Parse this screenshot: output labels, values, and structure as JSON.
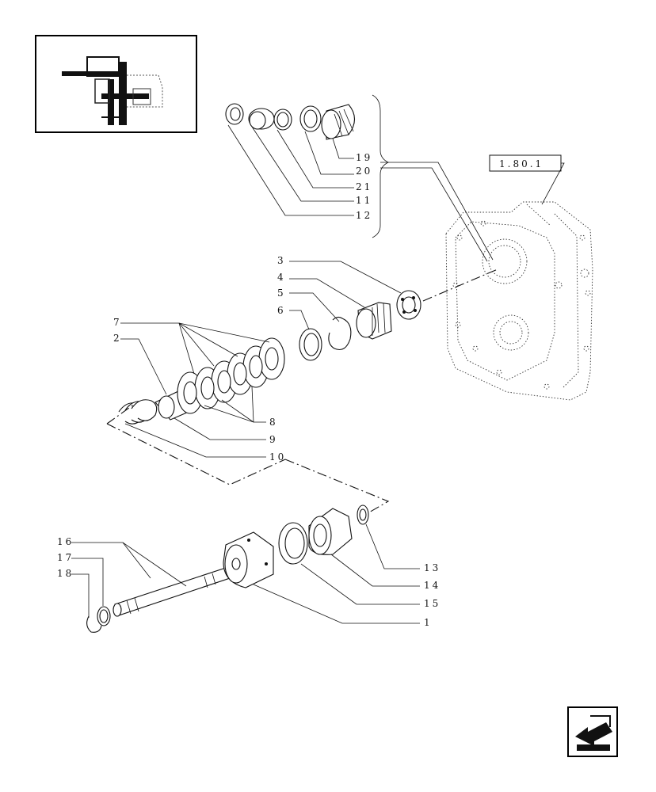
{
  "reference_box": {
    "label": "1.80.1"
  },
  "callouts": [
    {
      "id": "19",
      "label": "19"
    },
    {
      "id": "20",
      "label": "20"
    },
    {
      "id": "21",
      "label": "21"
    },
    {
      "id": "11",
      "label": "11"
    },
    {
      "id": "12",
      "label": "12"
    },
    {
      "id": "3",
      "label": "3"
    },
    {
      "id": "4",
      "label": "4"
    },
    {
      "id": "5",
      "label": "5"
    },
    {
      "id": "6",
      "label": "6"
    },
    {
      "id": "7",
      "label": "7"
    },
    {
      "id": "2",
      "label": "2"
    },
    {
      "id": "8",
      "label": "8"
    },
    {
      "id": "9",
      "label": "9"
    },
    {
      "id": "10",
      "label": "10"
    },
    {
      "id": "16",
      "label": "16"
    },
    {
      "id": "17",
      "label": "17"
    },
    {
      "id": "18",
      "label": "18"
    },
    {
      "id": "13",
      "label": "13"
    },
    {
      "id": "14",
      "label": "14"
    },
    {
      "id": "15",
      "label": "15"
    },
    {
      "id": "1",
      "label": "1"
    }
  ],
  "icons": {
    "thumbnail": "assembly-location-thumbnail",
    "navigation": "previous-page-arrow-icon"
  }
}
